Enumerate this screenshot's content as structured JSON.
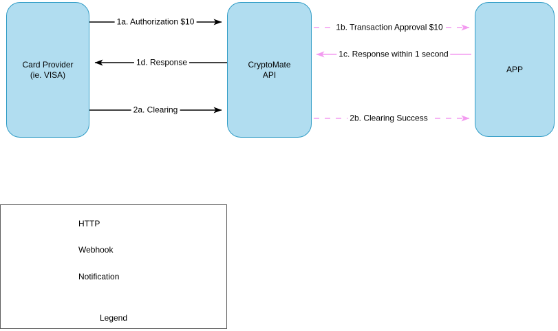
{
  "colors": {
    "node_fill": "#b1ddf0",
    "node_stroke": "#2e9bc5",
    "pink": "#f39af0",
    "black": "#000000",
    "legend_border": "#5c5c5c"
  },
  "nodes": {
    "card_provider": {
      "label": "Card Provider\n(ie. VISA)"
    },
    "cryptomate": {
      "label": "CryptoMate\nAPI"
    },
    "app": {
      "label": "APP"
    }
  },
  "flows": {
    "f1a": {
      "label": "1a. Authorization $10",
      "type": "Notification",
      "direction": "right"
    },
    "f1b": {
      "label": "1b. Transaction Approval $10",
      "type": "Webhook",
      "direction": "right"
    },
    "f1c": {
      "label": "1c. Response within 1 second",
      "type": "HTTP",
      "direction": "left"
    },
    "f1d": {
      "label": "1d. Response",
      "type": "Notification",
      "direction": "left"
    },
    "f2a": {
      "label": "2a. Clearing",
      "type": "Notification",
      "direction": "right"
    },
    "f2b": {
      "label": "2b. Clearing Success",
      "type": "Webhook",
      "direction": "right"
    }
  },
  "legend": {
    "title": "Legend",
    "items": {
      "http": {
        "label": "HTTP"
      },
      "webhook": {
        "label": "Webhook"
      },
      "notification": {
        "label": "Notification"
      }
    }
  }
}
